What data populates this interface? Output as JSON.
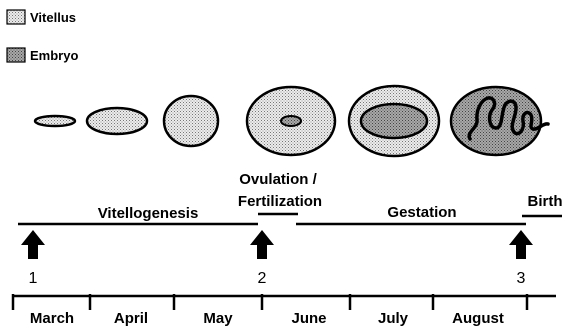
{
  "legend": {
    "vitellus": "Vitellus",
    "embryo": "Embryo"
  },
  "phases": {
    "vitellogenesis": "Vitellogenesis",
    "ovulation_line1": "Ovulation /",
    "ovulation_line2": "Fertilization",
    "gestation": "Gestation",
    "birth": "Birth"
  },
  "markers": [
    "1",
    "2",
    "3"
  ],
  "months": [
    "March",
    "April",
    "May",
    "June",
    "July",
    "August"
  ],
  "colors": {
    "vitellus_fill": "#e4e4e4",
    "embryo_fill": "#9a9a9a",
    "stroke": "#000000"
  }
}
